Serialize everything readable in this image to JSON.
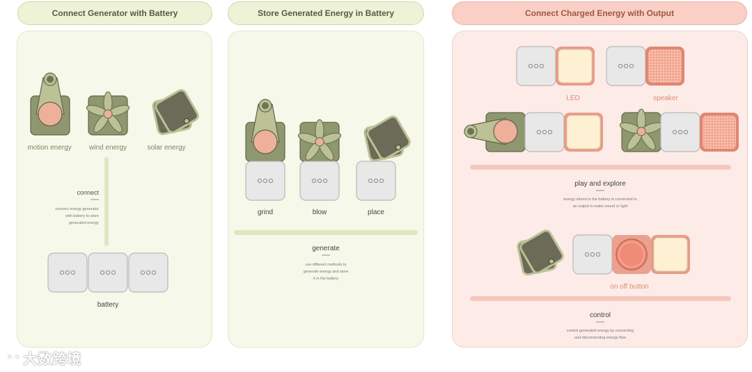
{
  "sections": [
    {
      "title": "Connect Generator with Battery",
      "color": "green"
    },
    {
      "title": "Store Generated Energy in Battery",
      "color": "green"
    },
    {
      "title": "Connect Charged Energy with Output",
      "color": "pink"
    }
  ],
  "panel1": {
    "labels": {
      "motion": "motion energy",
      "wind": "wind energy",
      "solar": "solar energy"
    },
    "connect_title": "connect",
    "connect_desc": [
      "connect energy generator",
      "with battery to store",
      "generated energy"
    ],
    "battery_label": "battery"
  },
  "panel2": {
    "labels": {
      "grind": "grind",
      "blow": "blow",
      "place": "place"
    },
    "generate_title": "generate",
    "generate_desc": [
      "use different methods to",
      "generate energy and store",
      "it in the battery"
    ]
  },
  "panel3": {
    "led_label": "LED",
    "speaker_label": "speaker",
    "play_title": "play and explore",
    "play_desc": [
      "energy stored in the battery is connected to",
      "an output to make sound or light"
    ],
    "onoff_label": "on off button",
    "control_title": "control",
    "control_desc": [
      "control generated energy by connecting",
      "and disconnecting energy flow"
    ]
  },
  "battery_dots": "ooo",
  "colors": {
    "generator_olive": "#8e9770",
    "generator_light": "#bcc196",
    "solar_dark": "#6b6b58",
    "battery_gray": "#e8e8e8",
    "peach": "#eeb09a",
    "led_cream": "#fdf0d3",
    "speaker_salmon": "#f3a892",
    "button_red": "#ef8c78",
    "bar_pink": "#f5c7bd",
    "bar_green": "#dfe6c3",
    "text_olive": "#7e8660",
    "text_pink": "#e48b78"
  },
  "watermark": "大数跨境"
}
